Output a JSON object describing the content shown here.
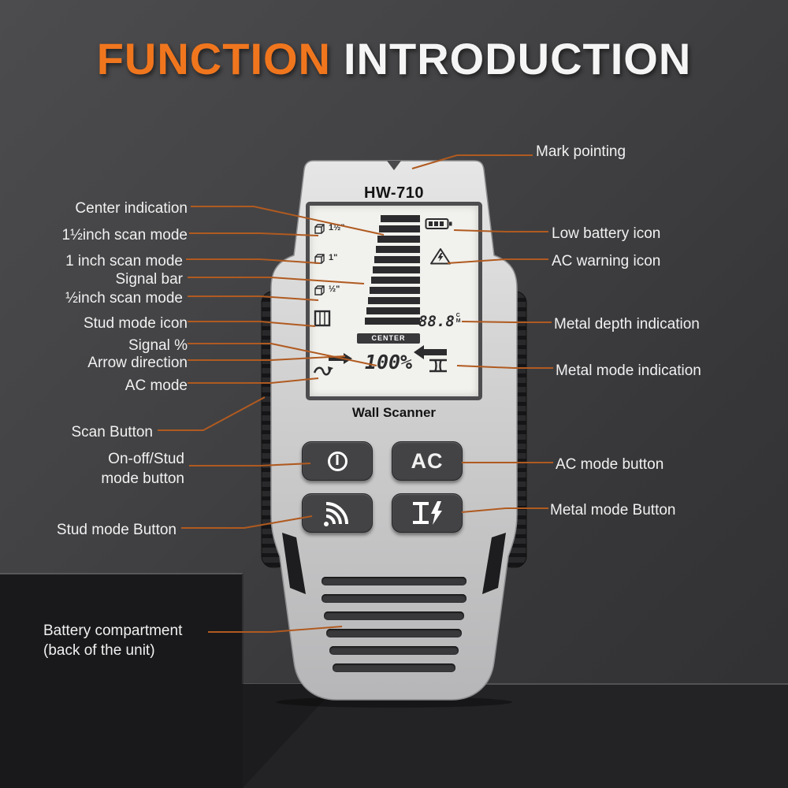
{
  "title": {
    "word1": "FUNCTION",
    "word2": "INTRODUCTION"
  },
  "colors": {
    "accent": "#f0761e",
    "callout_line": "#b05a20"
  },
  "device": {
    "model": "HW-710",
    "name": "Wall Scanner",
    "lcd": {
      "scan_1_5": "1½\"",
      "scan_1": "1\"",
      "scan_0_5": "½\"",
      "center": "CENTER",
      "percent": "100%",
      "depth": "88.8",
      "depth_unit_top": "C",
      "depth_unit_bottom": "M"
    },
    "buttons": {
      "ac_label": "AC"
    },
    "icons": {
      "power": "power-circle",
      "stud_scan": "scan-waves",
      "metal": "i-beam-lightning",
      "battery": "battery-level",
      "ac_warning": "warning-triangle",
      "metal_mode": "i-beam",
      "arrow_left": "left-arrow",
      "arrow_right": "right-arrow",
      "ac_mode": "wave-arrow"
    }
  },
  "callouts": {
    "left": [
      {
        "text": "Center indication"
      },
      {
        "text": "1½inch scan mode"
      },
      {
        "text": "1 inch scan mode"
      },
      {
        "text": "Signal bar"
      },
      {
        "text": "½inch scan mode"
      },
      {
        "text": "Stud mode icon"
      },
      {
        "text": "Signal %"
      },
      {
        "text": "Arrow direction"
      },
      {
        "text": "AC mode"
      },
      {
        "text": "Scan Button"
      },
      {
        "text": "On-off/Stud mode button"
      },
      {
        "text": "Stud mode Button"
      },
      {
        "text": "Battery compartment (back of the unit)"
      }
    ],
    "right": [
      {
        "text": "Mark pointing"
      },
      {
        "text": "Low battery icon"
      },
      {
        "text": "AC warning icon"
      },
      {
        "text": "Metal depth indication"
      },
      {
        "text": "Metal mode indication"
      },
      {
        "text": "AC mode button"
      },
      {
        "text": "Metal mode Button"
      }
    ]
  }
}
